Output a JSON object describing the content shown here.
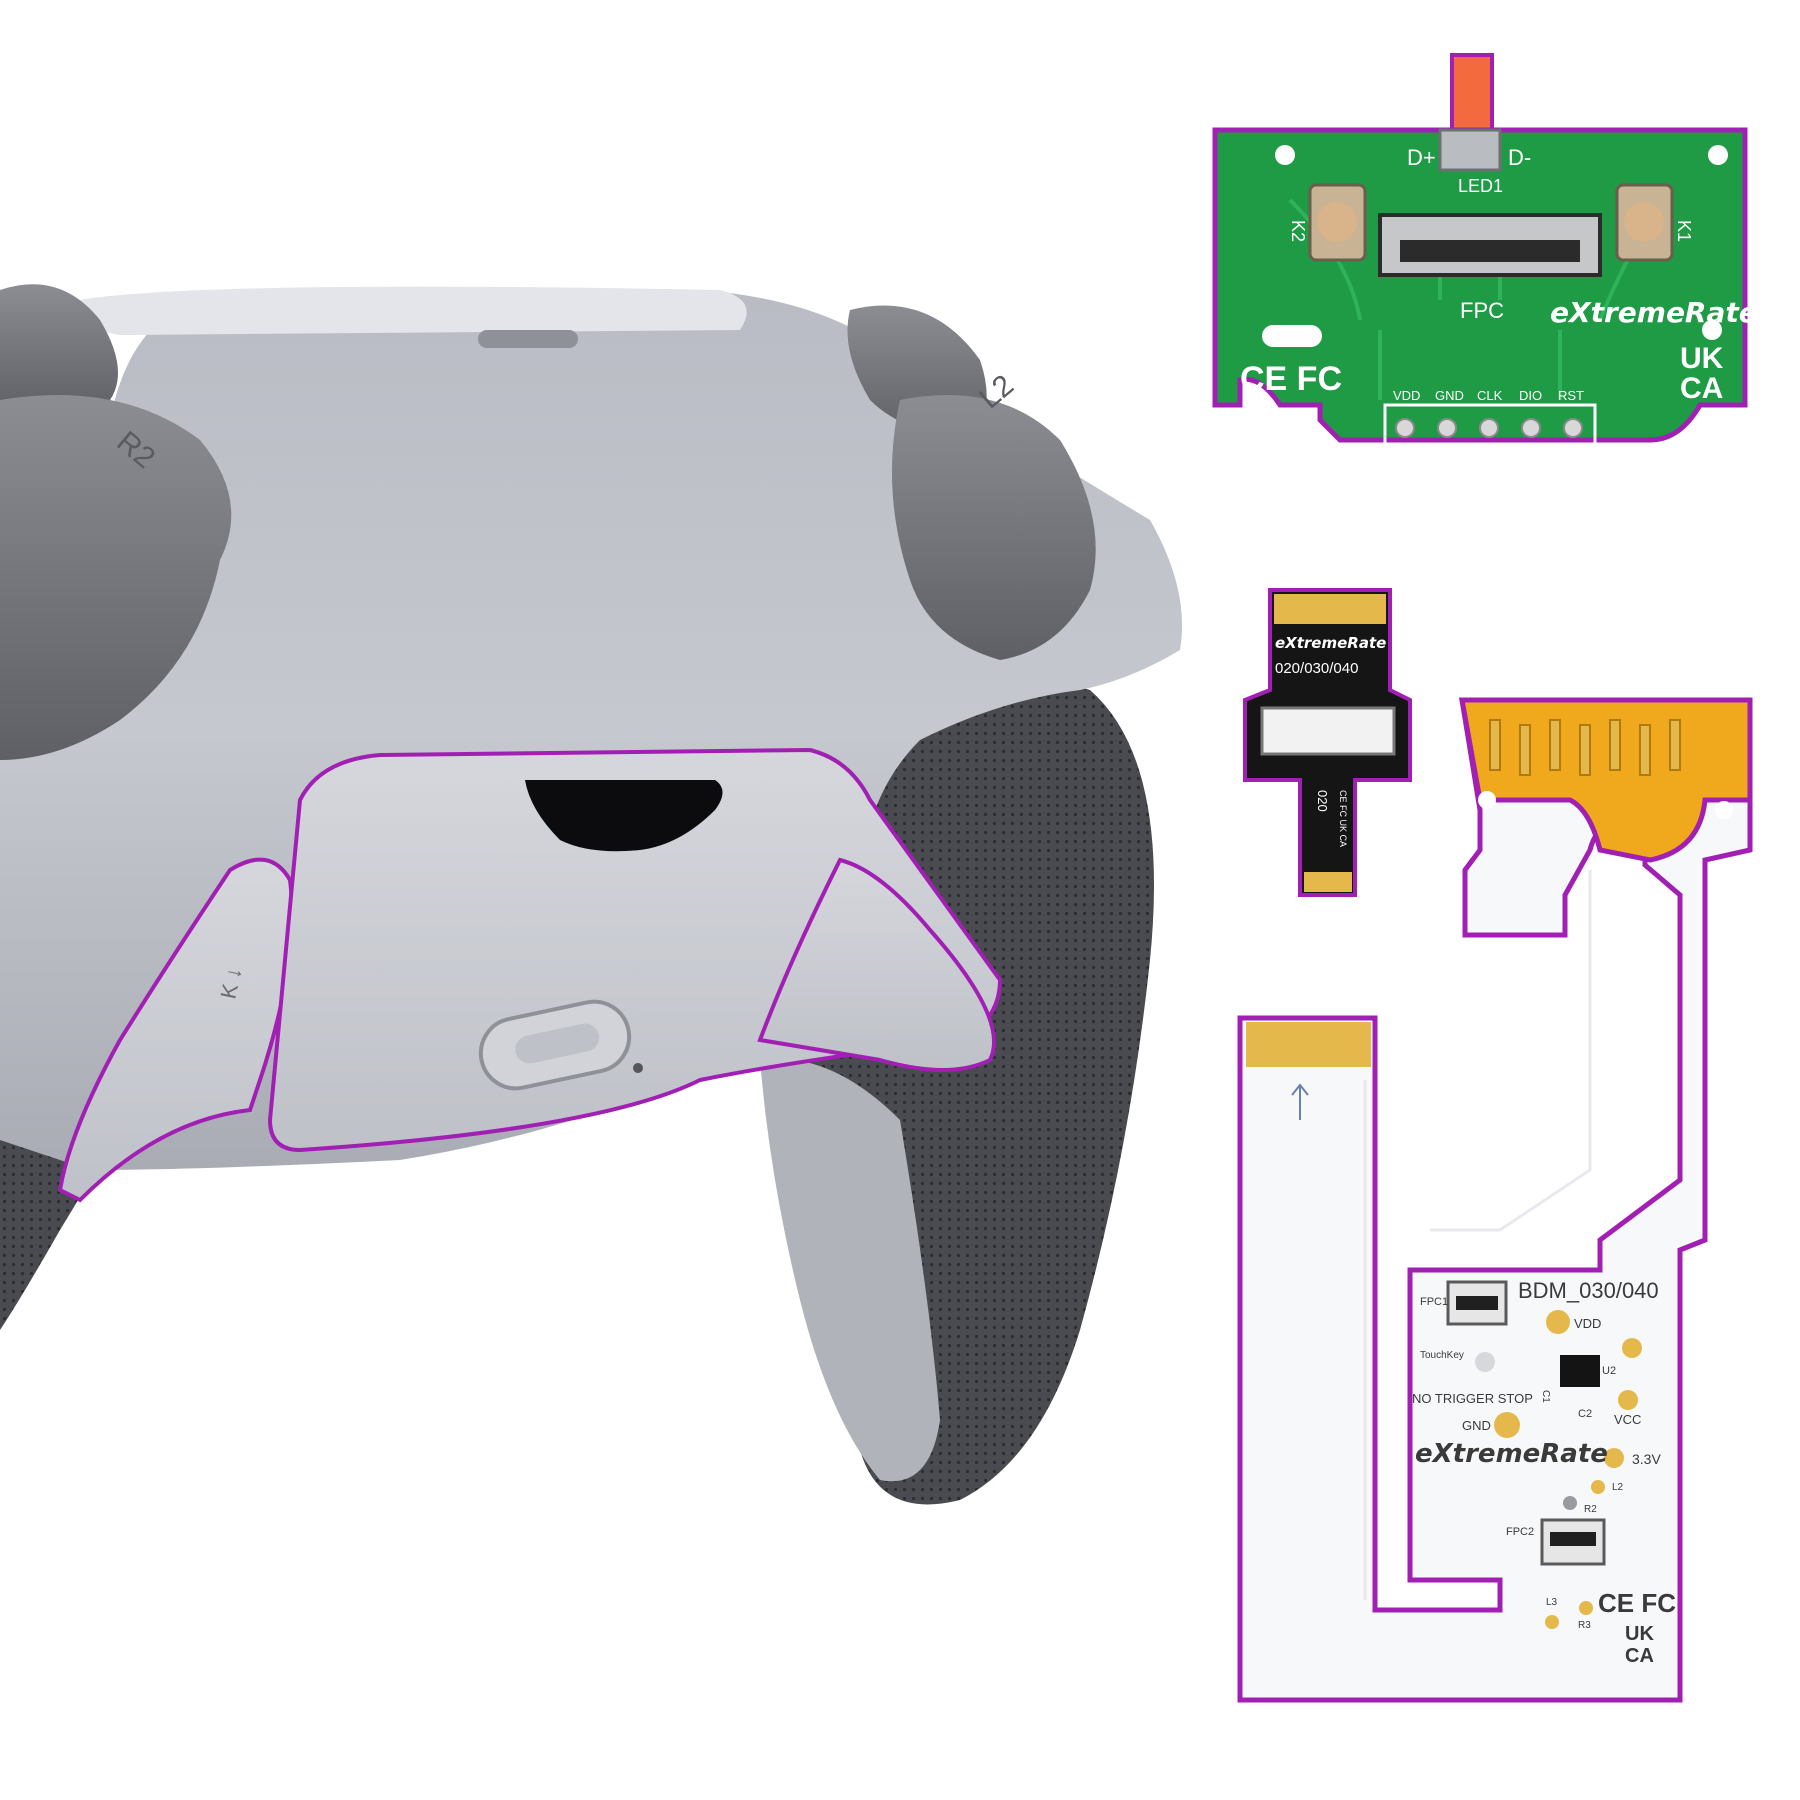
{
  "product_image": {
    "colors": {
      "outline": "#a21fb4",
      "shell": "#c3c5cd",
      "grip": "#4a4b50",
      "pcb_green": "#1f9a45",
      "gold": "#e4b84a",
      "flex_orange": "#f0a81d",
      "flex_white": "#f7f8fa"
    },
    "controller": {
      "labels": {
        "left_button": "R2",
        "right_button": "L2"
      }
    },
    "green_board": {
      "labels": {
        "d_plus": "D+",
        "d_minus": "D-",
        "led": "LED1",
        "key2": "K2",
        "key1": "K1",
        "connector": "FPC",
        "brand": "eXtremeRate",
        "ce_fc": "CE FC",
        "uk": "UK",
        "ca": "CA",
        "pins": [
          "VDD",
          "GND",
          "CLK",
          "DIO",
          "RST"
        ]
      }
    },
    "small_cable": {
      "labels": {
        "brand": "eXtremeRate",
        "model": "020/030/040",
        "code": "020",
        "marks": "CE FC UK CA"
      }
    },
    "white_board": {
      "labels": {
        "model": "BDM_030/040",
        "fpc1": "FPC1",
        "vdd": "VDD",
        "touchkey": "TouchKey",
        "u2": "U2",
        "c1": "C1",
        "no_trigger_stop": "NO TRIGGER STOP",
        "c2": "C2",
        "gnd": "GND",
        "vcc": "VCC",
        "brand": "eXtremeRate",
        "v33": "3.3V",
        "l2": "L2",
        "r2": "R2",
        "fpc2": "FPC2",
        "l3": "L3",
        "r3": "R3",
        "ce_fc": "CE FC",
        "uk": "UK",
        "ca": "CA"
      }
    }
  }
}
